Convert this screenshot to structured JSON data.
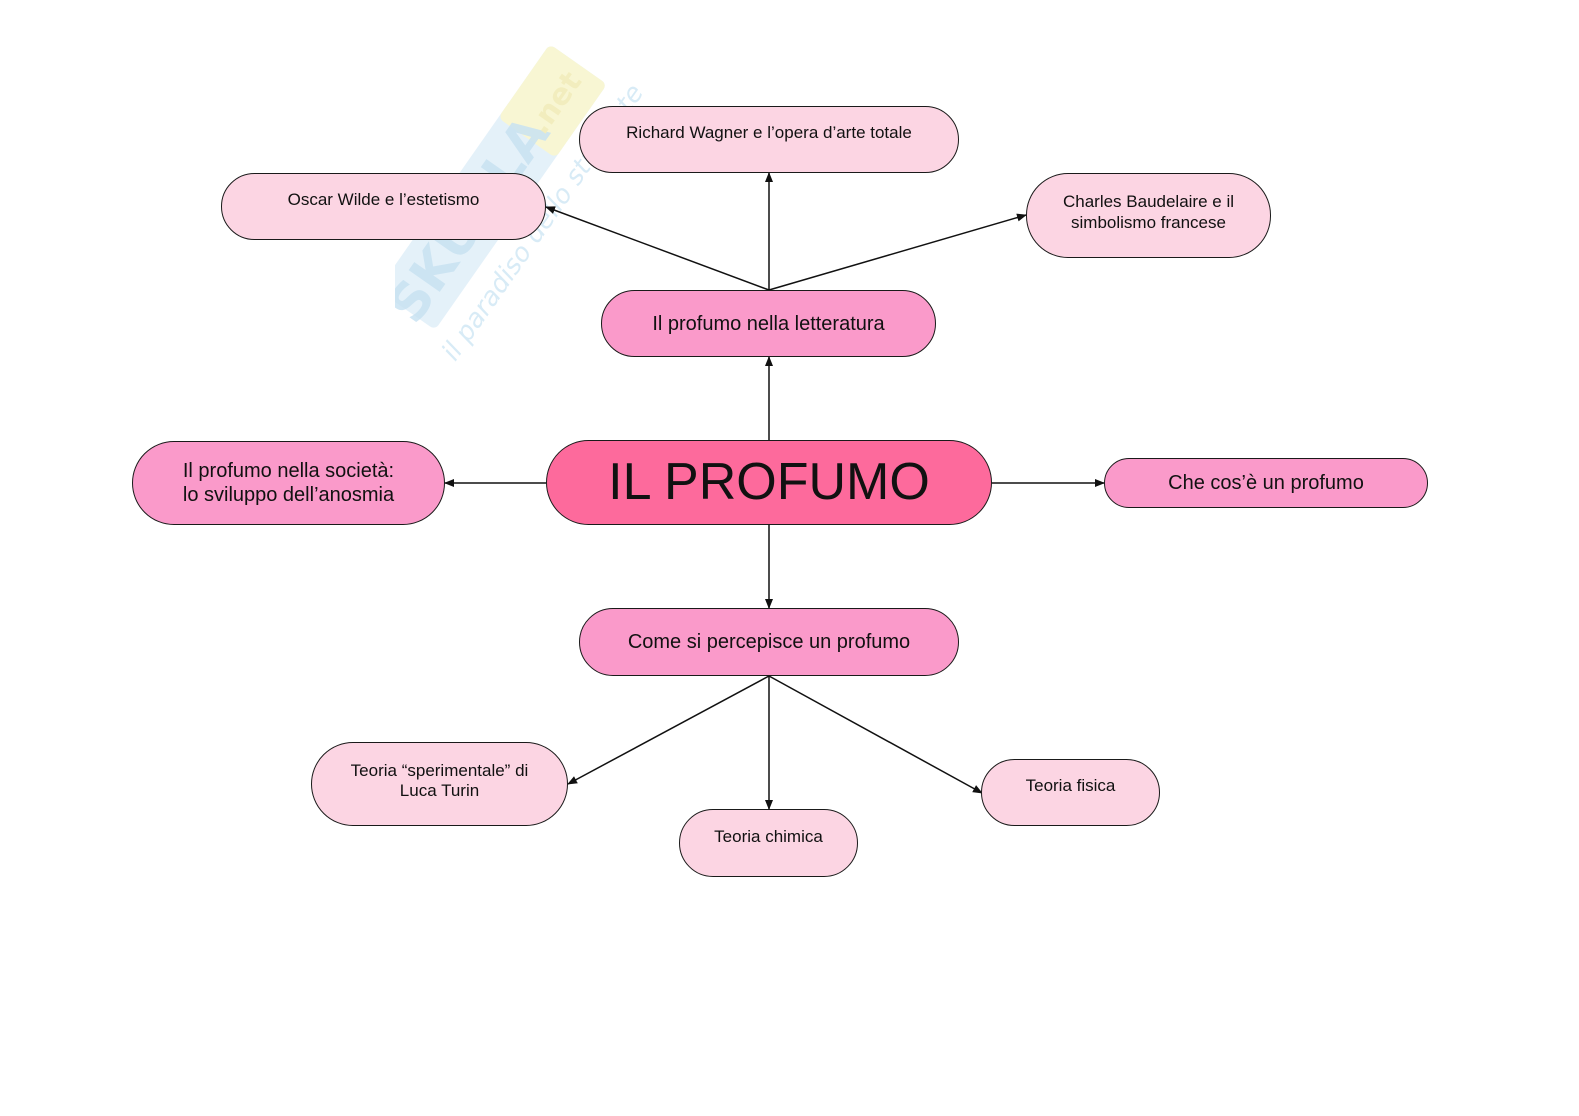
{
  "watermark": {
    "brand": "SKUOLA.net",
    "tagline": "il paradiso dello studente"
  },
  "colors": {
    "center_fill": "#fd6a9c",
    "mid_fill": "#fa9aca",
    "light_fill": "#fcd5e3",
    "stroke": "#1a1a1a"
  },
  "map": {
    "center": "IL PROFUMO",
    "letteratura": {
      "label": "Il profumo nella letteratura",
      "children": [
        "Oscar Wilde  e l’estetismo",
        "Richard Wagner e l’opera d’arte totale",
        "Charles Baudelaire e il\nsimbolismo francese"
      ]
    },
    "societa": "Il profumo nella società:\nlo sviluppo dell’anosmia",
    "definizione": "Che cos’è un profumo",
    "percezione": {
      "label": "Come si percepisce un profumo",
      "children": [
        "Teoria “sperimentale” di\nLuca Turin",
        "Teoria chimica",
        "Teoria fisica"
      ]
    }
  }
}
